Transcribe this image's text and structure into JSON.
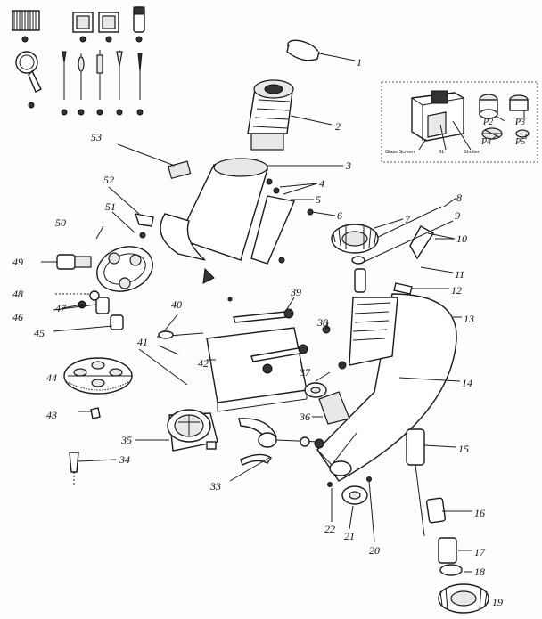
{
  "diagram": {
    "part_numbers": [
      "1",
      "2",
      "3",
      "4",
      "5",
      "6",
      "7",
      "8",
      "9",
      "10",
      "11",
      "12",
      "13",
      "14",
      "15",
      "16",
      "17",
      "18",
      "19",
      "20",
      "21",
      "22",
      "33",
      "34",
      "35",
      "36",
      "37",
      "38",
      "39",
      "40",
      "41",
      "42",
      "43",
      "44",
      "45",
      "46",
      "47",
      "48",
      "49",
      "50",
      "51",
      "52",
      "53"
    ],
    "inset": {
      "labels": {
        "glass_screen": "Glass Screen",
        "bl": "BL",
        "shutter": "Shutter",
        "p2": "P2",
        "p3": "P3",
        "p4": "P4",
        "p5": "P5"
      }
    }
  }
}
